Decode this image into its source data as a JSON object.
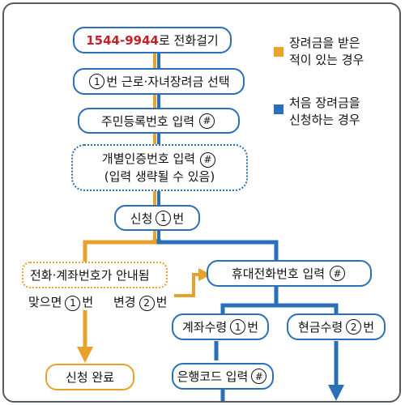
{
  "colors": {
    "blue": "#2a6fb8",
    "orange": "#e8a12a",
    "red_text": "#c8202a",
    "frame": "#555a60"
  },
  "steps": {
    "call": {
      "number": "1544-9944",
      "suffix": "로 전화걸기"
    },
    "select": {
      "num": "1",
      "text": "번 근로·자녀장려금 선택"
    },
    "resident": {
      "text": "주민등록번호 입력",
      "key": "#"
    },
    "pin": {
      "line1": "개별인증번호 입력",
      "key": "#",
      "line2": "(입력 생략될 수 있음)"
    },
    "apply": {
      "text": "신청",
      "num": "1",
      "suffix": "번"
    },
    "account_guide": {
      "line1": "전화·계좌번호가 안내됨",
      "line2a": "맞으면",
      "num": "1",
      "line2b": "번"
    },
    "change": {
      "text": "변경",
      "num": "2",
      "suffix": "번"
    },
    "mobile": {
      "text": "휴대전화번호 입력",
      "key": "#"
    },
    "account_receive": {
      "text": "계좌수령",
      "num": "1",
      "suffix": "번"
    },
    "cash_receive": {
      "text": "현금수령",
      "num": "2",
      "suffix": "번"
    },
    "bank_code": {
      "text": "은행코드 입력",
      "key": "#"
    },
    "complete": {
      "text": "신청 완료"
    }
  },
  "legend": {
    "received": {
      "line1": "장려금을 받은",
      "line2": "적이 있는 경우",
      "color_key": "orange"
    },
    "first": {
      "line1": "처음 장려금을",
      "line2": "신청하는 경우",
      "color_key": "blue"
    }
  }
}
